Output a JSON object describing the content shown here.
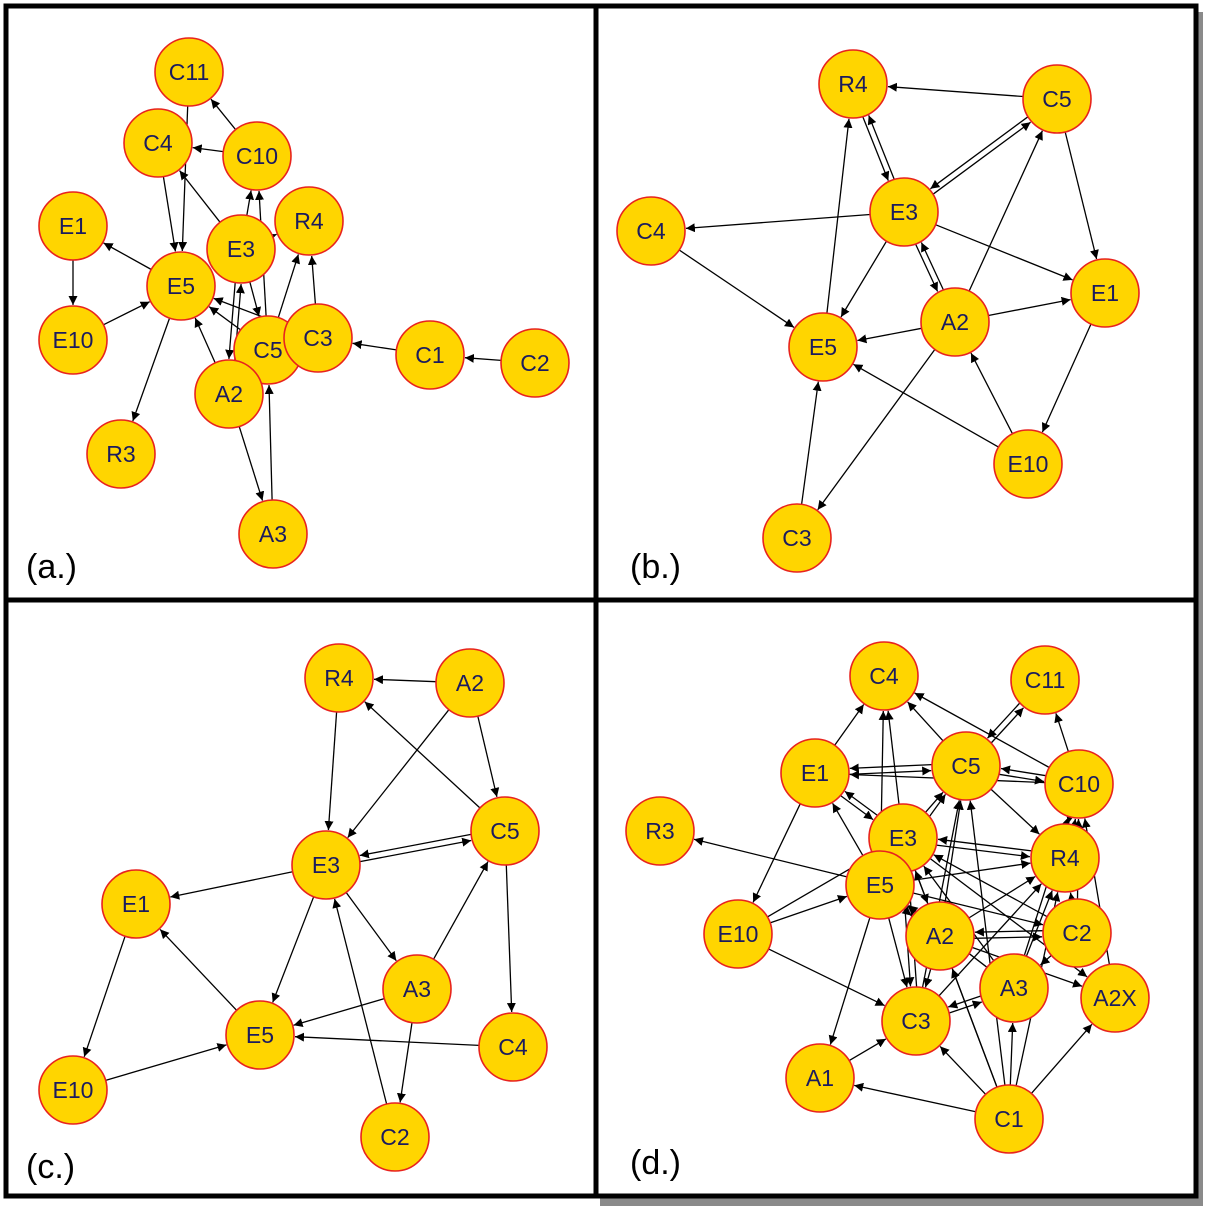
{
  "colors": {
    "node_fill": "#ffd500",
    "node_stroke": "#e8231e",
    "node_text": "#1b1b5e",
    "edge": "#000000",
    "frame": "#000000"
  },
  "panels": [
    {
      "label": "(a.)",
      "nodes": [
        {
          "id": "C11",
          "label": "C11"
        },
        {
          "id": "C4",
          "label": "C4"
        },
        {
          "id": "C10",
          "label": "C10"
        },
        {
          "id": "E1",
          "label": "E1"
        },
        {
          "id": "E3",
          "label": "E3"
        },
        {
          "id": "R4",
          "label": "R4"
        },
        {
          "id": "E5",
          "label": "E5"
        },
        {
          "id": "E10",
          "label": "E10"
        },
        {
          "id": "C5",
          "label": "C5"
        },
        {
          "id": "C3",
          "label": "C3"
        },
        {
          "id": "C1",
          "label": "C1"
        },
        {
          "id": "C2",
          "label": "C2"
        },
        {
          "id": "A2",
          "label": "A2"
        },
        {
          "id": "R3",
          "label": "R3"
        },
        {
          "id": "A3",
          "label": "A3"
        }
      ],
      "edges": [
        [
          "C10",
          "C11"
        ],
        [
          "C10",
          "C4"
        ],
        [
          "C11",
          "E5"
        ],
        [
          "C4",
          "E5"
        ],
        [
          "E5",
          "E1"
        ],
        [
          "E1",
          "E10"
        ],
        [
          "E10",
          "E5"
        ],
        [
          "E5",
          "R3"
        ],
        [
          "E3",
          "C4"
        ],
        [
          "E3",
          "C10"
        ],
        [
          "C5",
          "C10"
        ],
        [
          "E3",
          "R4"
        ],
        [
          "C3",
          "R4"
        ],
        [
          "C5",
          "R4"
        ],
        [
          "C5",
          "E5"
        ],
        [
          "C3",
          "E5"
        ],
        [
          "E3",
          "C5"
        ],
        [
          "A2",
          "E5"
        ],
        [
          "A2",
          "E3"
        ],
        [
          "A2",
          "A3"
        ],
        [
          "A3",
          "C5"
        ],
        [
          "C1",
          "C3"
        ],
        [
          "C2",
          "C1"
        ],
        [
          "E3",
          "A2"
        ]
      ]
    },
    {
      "label": "(b.)",
      "nodes": [
        {
          "id": "R4",
          "label": "R4"
        },
        {
          "id": "C5",
          "label": "C5"
        },
        {
          "id": "E3",
          "label": "E3"
        },
        {
          "id": "C4",
          "label": "C4"
        },
        {
          "id": "E1",
          "label": "E1"
        },
        {
          "id": "A2",
          "label": "A2"
        },
        {
          "id": "E5",
          "label": "E5"
        },
        {
          "id": "E10",
          "label": "E10"
        },
        {
          "id": "C3",
          "label": "C3"
        }
      ],
      "edges": [
        [
          "C5",
          "R4"
        ],
        [
          "E3",
          "R4"
        ],
        [
          "R4",
          "E3"
        ],
        [
          "E3",
          "C5"
        ],
        [
          "C5",
          "E3"
        ],
        [
          "E3",
          "C4"
        ],
        [
          "C4",
          "E5"
        ],
        [
          "E3",
          "E5"
        ],
        [
          "E5",
          "R4"
        ],
        [
          "E3",
          "A2"
        ],
        [
          "A2",
          "E3"
        ],
        [
          "E3",
          "E1"
        ],
        [
          "A2",
          "E1"
        ],
        [
          "A2",
          "E5"
        ],
        [
          "A2",
          "C5"
        ],
        [
          "C5",
          "E1"
        ],
        [
          "E1",
          "E10"
        ],
        [
          "E10",
          "E5"
        ],
        [
          "C3",
          "E5"
        ],
        [
          "A2",
          "C3"
        ],
        [
          "E10",
          "A2"
        ]
      ]
    },
    {
      "label": "(c.)",
      "nodes": [
        {
          "id": "R4",
          "label": "R4"
        },
        {
          "id": "A2",
          "label": "A2"
        },
        {
          "id": "C5",
          "label": "C5"
        },
        {
          "id": "E3",
          "label": "E3"
        },
        {
          "id": "E1",
          "label": "E1"
        },
        {
          "id": "A3",
          "label": "A3"
        },
        {
          "id": "E5",
          "label": "E5"
        },
        {
          "id": "C4",
          "label": "C4"
        },
        {
          "id": "E10",
          "label": "E10"
        },
        {
          "id": "C2",
          "label": "C2"
        }
      ],
      "edges": [
        [
          "A2",
          "R4"
        ],
        [
          "R4",
          "E3"
        ],
        [
          "A2",
          "E3"
        ],
        [
          "A2",
          "C5"
        ],
        [
          "C5",
          "R4"
        ],
        [
          "E3",
          "C5"
        ],
        [
          "C5",
          "E3"
        ],
        [
          "E3",
          "E1"
        ],
        [
          "E3",
          "E5"
        ],
        [
          "E3",
          "A3"
        ],
        [
          "A3",
          "C5"
        ],
        [
          "C5",
          "C4"
        ],
        [
          "A3",
          "E5"
        ],
        [
          "A3",
          "C2"
        ],
        [
          "C2",
          "E3"
        ],
        [
          "E5",
          "E1"
        ],
        [
          "E1",
          "E10"
        ],
        [
          "E10",
          "E5"
        ],
        [
          "C4",
          "E5"
        ]
      ]
    },
    {
      "label": "(d.)",
      "nodes": [
        {
          "id": "C4",
          "label": "C4"
        },
        {
          "id": "C11",
          "label": "C11"
        },
        {
          "id": "E1",
          "label": "E1"
        },
        {
          "id": "C5",
          "label": "C5"
        },
        {
          "id": "C10",
          "label": "C10"
        },
        {
          "id": "R3",
          "label": "R3"
        },
        {
          "id": "E3",
          "label": "E3"
        },
        {
          "id": "R4",
          "label": "R4"
        },
        {
          "id": "E5",
          "label": "E5"
        },
        {
          "id": "E10",
          "label": "E10"
        },
        {
          "id": "A2",
          "label": "A2"
        },
        {
          "id": "C2",
          "label": "C2"
        },
        {
          "id": "A3",
          "label": "A3"
        },
        {
          "id": "A2X",
          "label": "A2X"
        },
        {
          "id": "C3",
          "label": "C3"
        },
        {
          "id": "A1",
          "label": "A1"
        },
        {
          "id": "C1",
          "label": "C1"
        }
      ],
      "edges": [
        [
          "E1",
          "C4"
        ],
        [
          "C5",
          "C4"
        ],
        [
          "C10",
          "C4"
        ],
        [
          "E3",
          "C4"
        ],
        [
          "E5",
          "C4"
        ],
        [
          "C11",
          "C5"
        ],
        [
          "C5",
          "C11"
        ],
        [
          "C10",
          "C11"
        ],
        [
          "C5",
          "E1"
        ],
        [
          "E1",
          "C5"
        ],
        [
          "C10",
          "E1"
        ],
        [
          "C10",
          "C5"
        ],
        [
          "C5",
          "C10"
        ],
        [
          "E3",
          "E1"
        ],
        [
          "E5",
          "E1"
        ],
        [
          "E1",
          "E3"
        ],
        [
          "E1",
          "E10"
        ],
        [
          "E5",
          "R3"
        ],
        [
          "E3",
          "C5"
        ],
        [
          "E5",
          "C5"
        ],
        [
          "A2",
          "C5"
        ],
        [
          "C3",
          "C5"
        ],
        [
          "C5",
          "R4"
        ],
        [
          "E3",
          "R4"
        ],
        [
          "R4",
          "E3"
        ],
        [
          "C10",
          "R4"
        ],
        [
          "R4",
          "C10"
        ],
        [
          "E5",
          "R4"
        ],
        [
          "A2",
          "R4"
        ],
        [
          "A3",
          "R4"
        ],
        [
          "C3",
          "R4"
        ],
        [
          "C2",
          "C10"
        ],
        [
          "A2X",
          "C10"
        ],
        [
          "E10",
          "E5"
        ],
        [
          "E10",
          "E3"
        ],
        [
          "E10",
          "C3"
        ],
        [
          "E5",
          "A2"
        ],
        [
          "A2",
          "E5"
        ],
        [
          "E5",
          "C2"
        ],
        [
          "E3",
          "A2"
        ],
        [
          "C2",
          "A2"
        ],
        [
          "C2",
          "E3"
        ],
        [
          "A3",
          "E3"
        ],
        [
          "A3",
          "E5"
        ],
        [
          "E3",
          "A2X"
        ],
        [
          "A2",
          "A2X"
        ],
        [
          "C2",
          "A3"
        ],
        [
          "A3",
          "C3"
        ],
        [
          "C3",
          "A3"
        ],
        [
          "A2",
          "C3"
        ],
        [
          "E5",
          "C3"
        ],
        [
          "E3",
          "C3"
        ],
        [
          "A1",
          "C3"
        ],
        [
          "E5",
          "A1"
        ],
        [
          "C1",
          "A1"
        ],
        [
          "C1",
          "C3"
        ],
        [
          "C1",
          "A2"
        ],
        [
          "C1",
          "A3"
        ],
        [
          "C1",
          "C5"
        ],
        [
          "C1",
          "A2X"
        ],
        [
          "C1",
          "R4"
        ],
        [
          "C1",
          "E3"
        ],
        [
          "C3",
          "E3"
        ],
        [
          "A2",
          "C2"
        ],
        [
          "C2",
          "R4"
        ],
        [
          "A3",
          "C10"
        ]
      ]
    }
  ]
}
